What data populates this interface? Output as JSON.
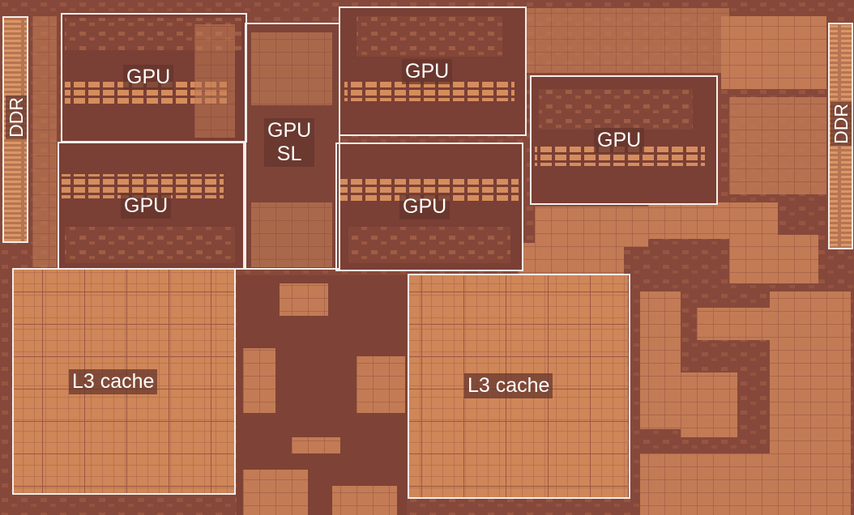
{
  "labels": {
    "ddr_left": "DDR",
    "ddr_right": "DDR",
    "gpu_top_left": "GPU",
    "gpu_mid_left": "GPU",
    "gpu_top_center": "GPU",
    "gpu_mid_center": "GPU",
    "gpu_right": "GPU",
    "gpu_sl_line1": "GPU",
    "gpu_sl_line2": "SL",
    "l3_left": "L3 cache",
    "l3_right": "L3 cache"
  },
  "colors": {
    "die_base": "#8a4a3c",
    "logic_dark": "#7a3f35",
    "sram_orange": "#d0885a",
    "sram_line": "#a6604a",
    "outline": "#f2eeea"
  }
}
